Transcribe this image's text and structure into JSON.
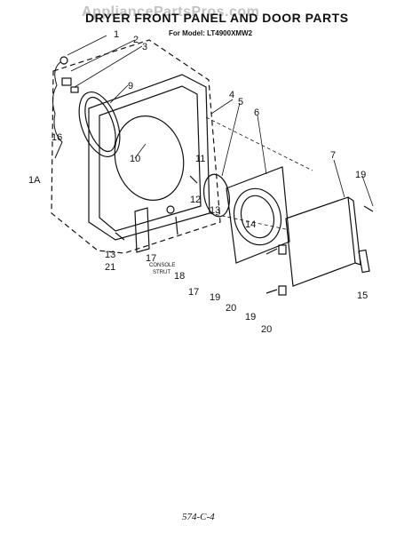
{
  "header": {
    "title": "DRYER FRONT PANEL AND DOOR PARTS",
    "watermark": "AppliancePartsPros.com",
    "model_line": "For Model: LT4900XMW2"
  },
  "footer": {
    "code": "574-C-4"
  },
  "callouts": {
    "c1": "1",
    "c2": "2",
    "c3": "3",
    "c4": "4",
    "c5": "5",
    "c6": "6",
    "c7": "7",
    "c9": "9",
    "c10": "10",
    "c11": "11",
    "c12": "12",
    "c13a": "13",
    "c13b": "13",
    "c14": "14",
    "c15": "15",
    "c16": "16",
    "c17a": "17",
    "c17b": "17",
    "c18": "18",
    "c19a": "19",
    "c19b": "19",
    "c19c": "19",
    "c20a": "20",
    "c20b": "20",
    "c21": "21",
    "c1a": "1A"
  },
  "labels": {
    "console_line1": "CONSOLE",
    "console_line2": "STRUT"
  }
}
